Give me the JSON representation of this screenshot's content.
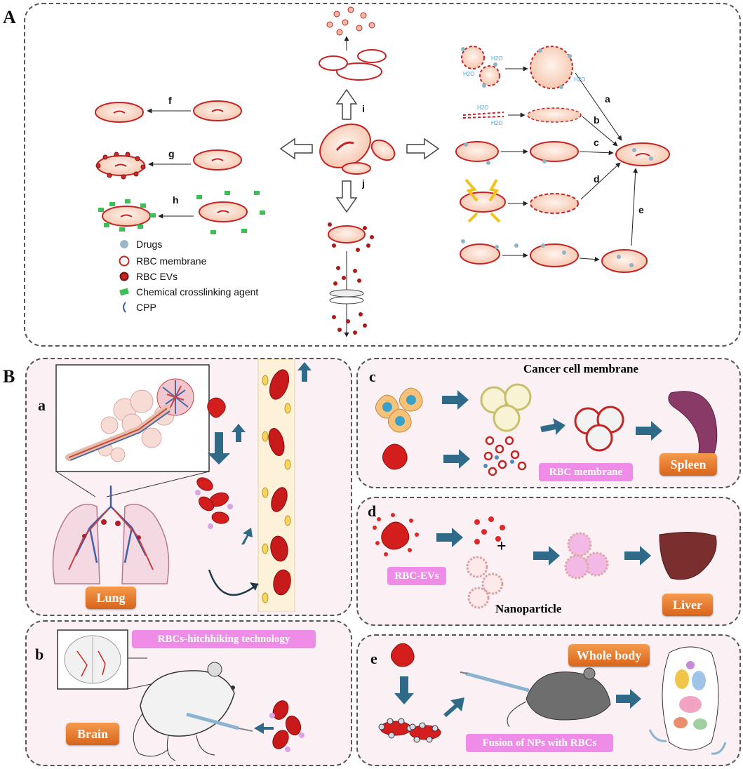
{
  "panelA": {
    "label": "A",
    "route_labels": [
      "a",
      "b",
      "c",
      "d",
      "e",
      "f",
      "g",
      "h",
      "i",
      "j"
    ],
    "h2o": "H2O",
    "legend": [
      {
        "icon": "drug-sphere-icon",
        "text": "Drugs"
      },
      {
        "icon": "rbc-membrane-ring-icon",
        "text": "RBC membrane"
      },
      {
        "icon": "rbc-ev-dot-icon",
        "text": "RBC EVs"
      },
      {
        "icon": "crosslinker-icon",
        "text": "Chemical crosslinking agent"
      },
      {
        "icon": "cpp-icon",
        "text": "CPP"
      }
    ]
  },
  "panelB": {
    "label": "B",
    "a": {
      "label": "a",
      "organ": "Lung"
    },
    "b": {
      "label": "b",
      "tech": "RBCs-hitchhiking technology",
      "organ": "Brain"
    },
    "c": {
      "label": "c",
      "title": "Cancer cell membrane",
      "membrane": "RBC membrane",
      "organ": "Spleen"
    },
    "d": {
      "label": "d",
      "evs": "RBC-EVs",
      "plus": "+",
      "nano": "Nanoparticle",
      "organ": "Liver"
    },
    "e": {
      "label": "e",
      "fusion": "Fusion of NPs with RBCs",
      "organ": "Whole body"
    }
  },
  "colors": {
    "rbc_fill": "#fbe0d2",
    "rbc_stroke": "#c42424",
    "arrow": "#2f6a88",
    "tag": "#e07a2c",
    "pink_tag": "#ee8ce8",
    "panel_bg": "#fbf1f4"
  }
}
